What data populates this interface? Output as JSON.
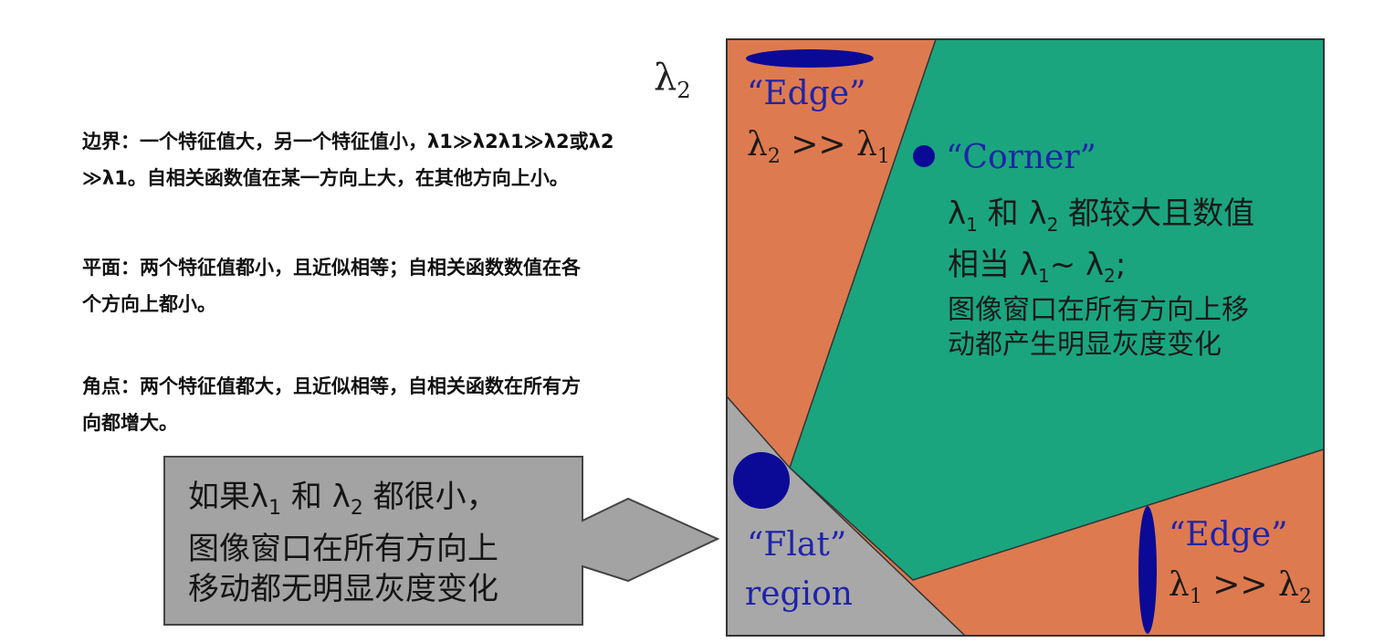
{
  "notes": {
    "edge_line1": "边界：一个特征值大，另一个特征值小，λ1≫λ2λ1≫λ2或λ2",
    "edge_line2": "≫λ1。自相关函数值在某一方向上大，在其他方向上小。",
    "flat_line1": "平面：两个特征值都小，且近似相等；自相关函数数值在各",
    "flat_line2": "个方向上都小。",
    "corner_line1": "角点：两个特征值都大，且近似相等，自相关函数在所有方",
    "corner_line2": "向都增大。"
  },
  "axis_label": {
    "symbol": "λ",
    "sub": "2"
  },
  "arrow_box": {
    "line1_pre": "如果λ",
    "line1_sub1": "1",
    "line1_mid": " 和 λ",
    "line1_sub2": "2",
    "line1_post": " 都很小，",
    "line2": "图像窗口在所有方向上",
    "line3": "移动都无明显灰度变化"
  },
  "diagram": {
    "edge_top_title": "“Edge”",
    "edge_top_rel_a": "λ",
    "edge_top_rel_a_sub": "2",
    "edge_top_rel_op": " >> λ",
    "edge_top_rel_b_sub": "1",
    "corner_title": "“Corner”",
    "corner_l1_a": "λ",
    "corner_l1_a_sub": "1",
    "corner_l1_mid": " 和 λ",
    "corner_l1_b_sub": "2",
    "corner_l1_post": " 都较大且数值",
    "corner_l2_pre": "相当 λ",
    "corner_l2_sub1": "1",
    "corner_l2_mid": "~ λ",
    "corner_l2_sub2": "2",
    "corner_l2_post": ";",
    "corner_l3": "图像窗口在所有方向上移",
    "corner_l4": "动都产生明显灰度变化",
    "flat_title": "“Flat”",
    "flat_sub": "region",
    "edge_right_title": "“Edge”",
    "edge_right_rel_a": "λ",
    "edge_right_rel_a_sub": "1",
    "edge_right_rel_op": " >> λ",
    "edge_right_rel_b_sub": "2"
  },
  "colors": {
    "edge_region": "#de7a50",
    "corner_region": "#1aa57f",
    "flat_region": "#a8a8a8",
    "marker": "#0a0a96",
    "arrow_fill": "#a3a3a3"
  }
}
